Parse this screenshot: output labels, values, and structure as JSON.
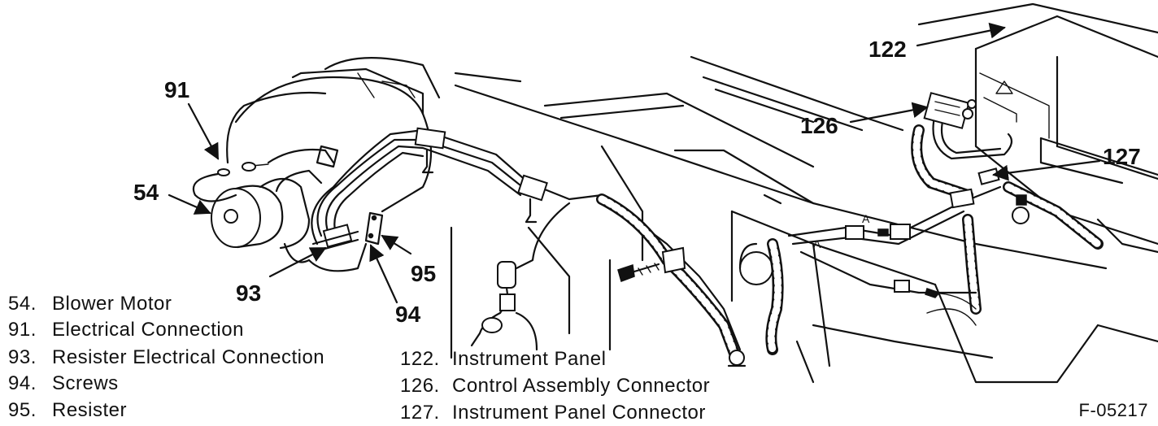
{
  "callouts": {
    "c91": "91",
    "c54": "54",
    "c93": "93",
    "c94": "94",
    "c95": "95",
    "c122": "122",
    "c126": "126",
    "c127": "127"
  },
  "legend": [
    {
      "num": "54.",
      "label": "Blower Motor"
    },
    {
      "num": "91.",
      "label": "Electrical Connection"
    },
    {
      "num": "93.",
      "label": "Resister Electrical Connection"
    },
    {
      "num": "94.",
      "label": "Screws"
    },
    {
      "num": "95.",
      "label": "Resister"
    },
    {
      "num": "122.",
      "label": "Instrument Panel"
    },
    {
      "num": "126.",
      "label": "Control Assembly Connector"
    },
    {
      "num": "127.",
      "label": "Instrument Panel Connector"
    }
  ],
  "figure_id": "F-05217",
  "connector_letters": {
    "a1": "A",
    "a2": "A"
  }
}
